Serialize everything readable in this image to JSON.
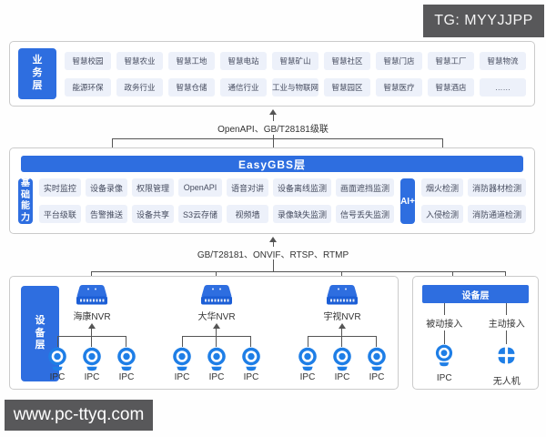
{
  "badge": {
    "text": "TG: MYYJJPP"
  },
  "watermark": {
    "text": "www.pc-ttyq.com"
  },
  "colors": {
    "accent": "#2e6ee0",
    "camera_blue": "#1e7ee6",
    "nvr_band": "#1b5ed6",
    "chip_bg": "#edf1fa",
    "panel_border": "#cbcbcb",
    "badge_bg": "#58585a",
    "line": "#555555"
  },
  "business_layer": {
    "label": "业务层",
    "row1": [
      "智慧校园",
      "智慧农业",
      "智慧工地",
      "智慧电站",
      "智慧矿山",
      "智慧社区",
      "智慧门店",
      "智慧工厂",
      "智慧物流"
    ],
    "row2": [
      "能源环保",
      "政务行业",
      "智慧仓储",
      "通信行业",
      "工业与物联网",
      "智慧园区",
      "智慧医疗",
      "智慧酒店",
      "……"
    ]
  },
  "connector_top": {
    "label": "OpenAPI、GB/T28181级联"
  },
  "platform_layer": {
    "bar_label": "EasyGBS层",
    "label": "基础能力",
    "grid_row1": [
      "实时监控",
      "设备录像",
      "权限管理",
      "OpenAPI",
      "语音对讲",
      "设备离线监测",
      "画面遮挡监测"
    ],
    "grid_row2": [
      "平台级联",
      "告警推送",
      "设备共享",
      "S3云存储",
      "视频墙",
      "录像缺失监测",
      "信号丢失监测"
    ],
    "ai_label": "AI+",
    "ai_row1": [
      "烟火检测",
      "消防器材检测"
    ],
    "ai_row2": [
      "入侵检测",
      "消防通道检测"
    ]
  },
  "connector_bottom": {
    "label": "GB/T28181、ONVIF、RTSP、RTMP"
  },
  "device_layer": {
    "label": "设备层",
    "nvr_groups": [
      {
        "name": "海康NVR",
        "cameras": [
          "IPC",
          "IPC",
          "IPC"
        ]
      },
      {
        "name": "大华NVR",
        "cameras": [
          "IPC",
          "IPC",
          "IPC"
        ]
      },
      {
        "name": "宇视NVR",
        "cameras": [
          "IPC",
          "IPC",
          "IPC"
        ]
      }
    ]
  },
  "access_panel": {
    "header": "设备层",
    "columns": [
      {
        "mode": "被动接入",
        "device": "IPC",
        "icon": "ipc-camera-icon"
      },
      {
        "mode": "主动接入",
        "device": "无人机",
        "icon": "drone-icon"
      }
    ]
  }
}
